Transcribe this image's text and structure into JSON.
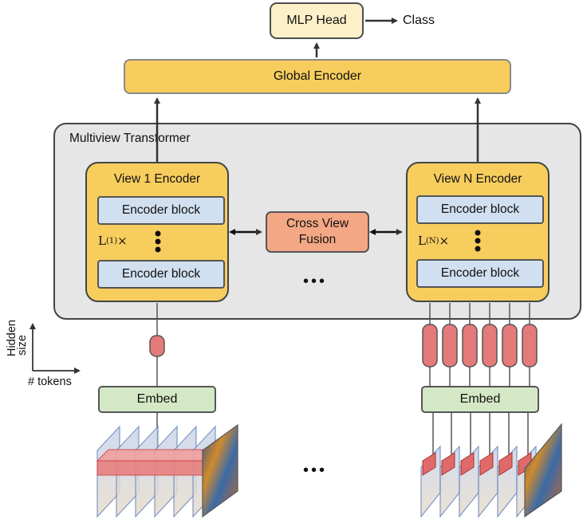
{
  "mlp_head": "MLP Head",
  "output_label": "Class",
  "global_encoder": "Global Encoder",
  "multiview_transformer": "Multiview Transformer",
  "view1": {
    "title": "View 1 Encoder",
    "block_top": "Encoder block",
    "block_bottom": "Encoder block",
    "layers_base": "L",
    "layers_sup": "(1)",
    "layers_times": "×"
  },
  "viewN": {
    "title": "View N Encoder",
    "block_top": "Encoder block",
    "block_bottom": "Encoder block",
    "layers_base": "L",
    "layers_sup": "(N)",
    "layers_times": "×"
  },
  "fusion": {
    "line1": "Cross View",
    "line2": "Fusion"
  },
  "ellipsis": "•••",
  "embed_left": "Embed",
  "embed_right": "Embed",
  "axis": {
    "y_label_1": "Hidden",
    "y_label_2": "size",
    "x_label": "# tokens"
  },
  "colors": {
    "encoder_yellow": "#f7cd5e",
    "block_blue": "#d1e0f1",
    "fusion_orange": "#f3a784",
    "embed_green": "#d5e8c6",
    "token_red": "#e47a7a",
    "panel_gray": "#e6e6e6"
  }
}
